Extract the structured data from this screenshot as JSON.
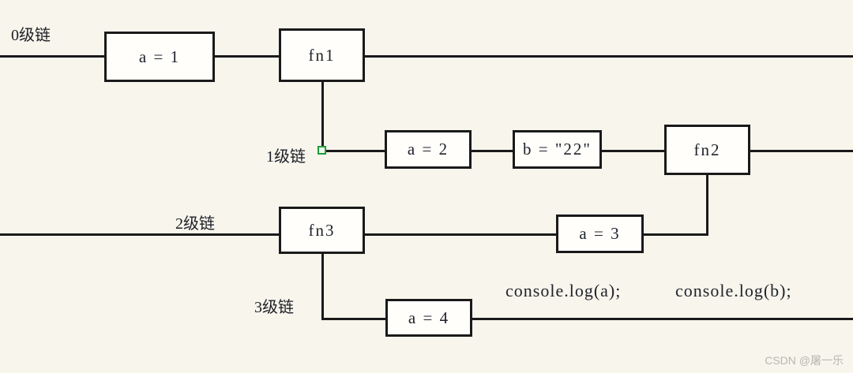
{
  "diagram": {
    "background_color": "#f8f5ed",
    "line_color": "#1a1a1a",
    "box_fill": "#fffefb",
    "handle_color": "#1f9c3a",
    "levels": [
      {
        "id": "level0",
        "label": "0级链"
      },
      {
        "id": "level1",
        "label": "1级链"
      },
      {
        "id": "level2",
        "label": "2级链"
      },
      {
        "id": "level3",
        "label": "3级链"
      }
    ],
    "nodes": [
      {
        "id": "a1",
        "text": "a = 1"
      },
      {
        "id": "fn1",
        "text": "fn1"
      },
      {
        "id": "a2",
        "text": "a = 2"
      },
      {
        "id": "b22",
        "text": "b = \"22\""
      },
      {
        "id": "fn2",
        "text": "fn2"
      },
      {
        "id": "fn3",
        "text": "fn3"
      },
      {
        "id": "a3",
        "text": "a = 3"
      },
      {
        "id": "a4",
        "text": "a = 4"
      }
    ],
    "annotations": [
      {
        "id": "console-log-a",
        "text": "console.log(a);"
      },
      {
        "id": "console-log-b",
        "text": "console.log(b);"
      }
    ]
  },
  "watermark": {
    "text": "CSDN @屠一乐"
  }
}
